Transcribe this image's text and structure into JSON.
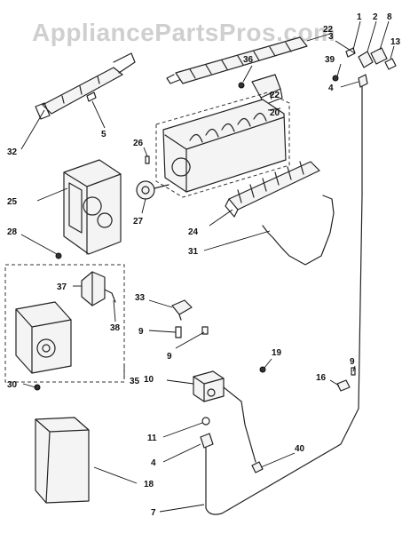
{
  "watermark": "AppliancePartsPros.com",
  "callouts": {
    "c1": "1",
    "c2": "2",
    "c3": "3",
    "c4a": "4",
    "c4b": "4",
    "c5": "5",
    "c7": "7",
    "c8": "8",
    "c9a": "9",
    "c9b": "9",
    "c9c": "9",
    "c10": "10",
    "c11": "11",
    "c13": "13",
    "c16": "16",
    "c18": "18",
    "c19": "19",
    "c20": "20",
    "c22a": "22",
    "c22b": "22",
    "c24": "24",
    "c25": "25",
    "c26": "26",
    "c27": "27",
    "c28": "28",
    "c30": "30",
    "c31": "31",
    "c32": "32",
    "c33": "33",
    "c35": "35",
    "c36": "36",
    "c37": "37",
    "c38": "38",
    "c39": "39",
    "c40": "40"
  }
}
